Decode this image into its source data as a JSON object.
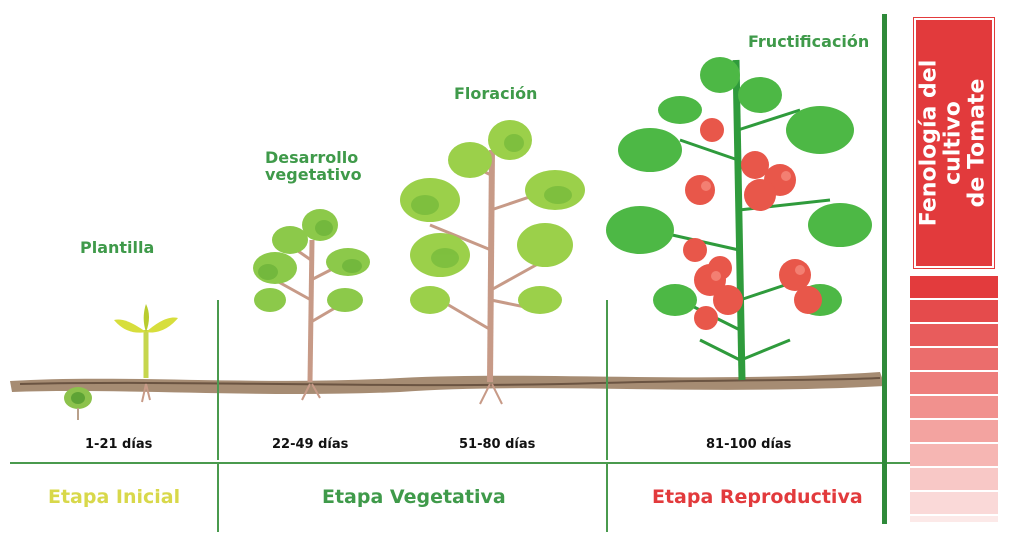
{
  "stages": {
    "plantilla": "Plantilla",
    "desarrollo_line1": "Desarrollo",
    "desarrollo_line2": "vegetativo",
    "floracion": "Floración",
    "fructificacion": "Fructificación"
  },
  "days": {
    "d1": "1-21 días",
    "d2": "22-49 días",
    "d3": "51-80 días",
    "d4": "81-100 días"
  },
  "phases": {
    "inicial": "Etapa Inicial",
    "vegetativa": "Etapa Vegetativa",
    "reproductiva": "Etapa Reproductiva"
  },
  "sidebar": {
    "title_line1": "Fenología del cultivo",
    "title_line2": "de Tomate"
  },
  "colors": {
    "green": "#3f9a4a",
    "yellow": "#d8d84a",
    "red": "#e23a3c"
  }
}
